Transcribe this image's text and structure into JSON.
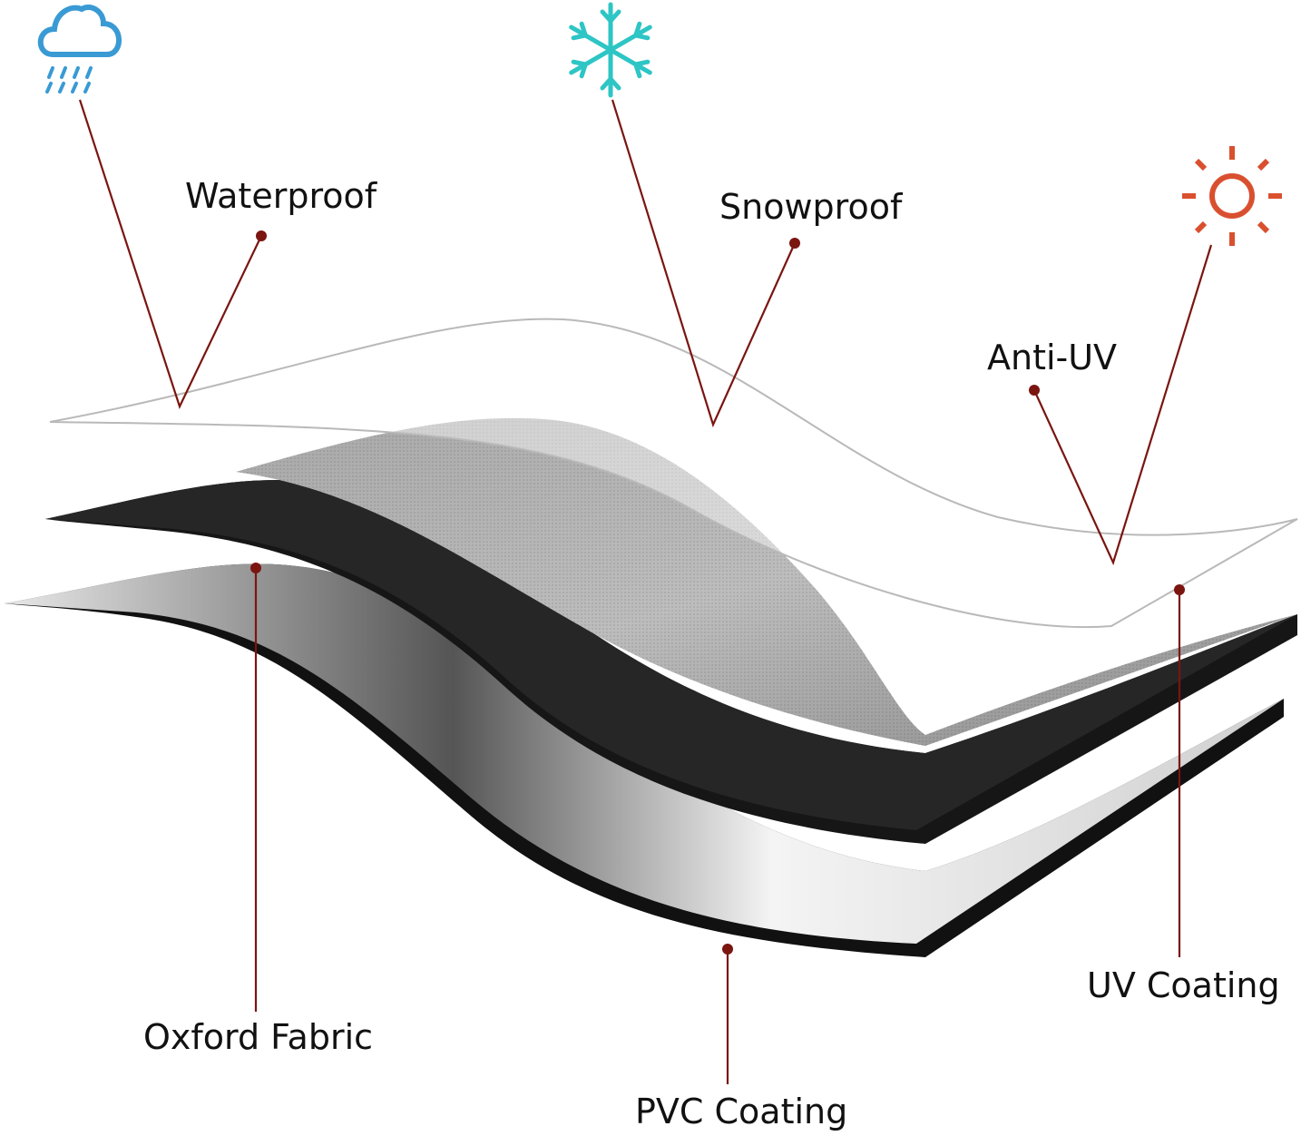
{
  "labels": {
    "waterproof": "Waterproof",
    "snowproof": "Snowproof",
    "anti_uv": "Anti-UV",
    "uv_coating": "UV Coating",
    "oxford_fabric": "Oxford Fabric",
    "pvc_coating": "PVC Coating"
  },
  "icons": {
    "rain": "cloud-rain-icon",
    "snow": "snowflake-icon",
    "sun": "sun-icon"
  },
  "colors": {
    "rain_icon": "#3a9ad4",
    "snow_icon": "#2ec5c5",
    "sun_icon": "#d9502f",
    "leader_line": "#7a1510"
  }
}
